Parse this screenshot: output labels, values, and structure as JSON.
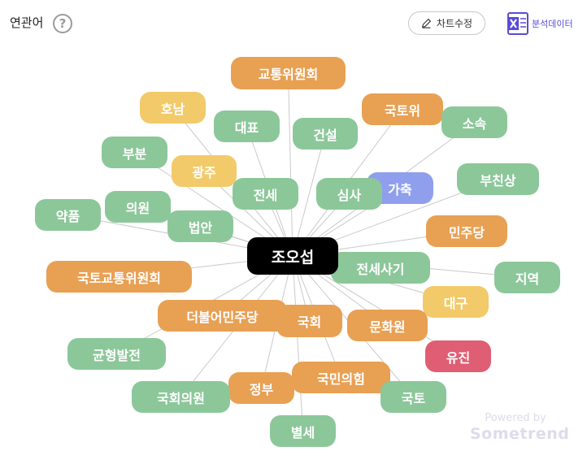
{
  "header": {
    "title": "연관어",
    "help_icon": "?",
    "edit_button_label": "차트수정",
    "excel_button_label": "분석데이터"
  },
  "colors": {
    "green": "#8cc79a",
    "orange": "#e8a053",
    "yellow": "#f2ca6a",
    "blue": "#8f9fed",
    "red": "#df5e73",
    "center": "#000000",
    "edge": "#c9c9c9"
  },
  "graph": {
    "center": "조오섭",
    "nodes": [
      {
        "label": "교통위원회",
        "color": "orange"
      },
      {
        "label": "호남",
        "color": "yellow"
      },
      {
        "label": "국토위",
        "color": "orange"
      },
      {
        "label": "대표",
        "color": "green"
      },
      {
        "label": "소속",
        "color": "green"
      },
      {
        "label": "건설",
        "color": "green"
      },
      {
        "label": "부분",
        "color": "green"
      },
      {
        "label": "광주",
        "color": "yellow"
      },
      {
        "label": "부친상",
        "color": "green"
      },
      {
        "label": "전세",
        "color": "green"
      },
      {
        "label": "가축",
        "color": "blue"
      },
      {
        "label": "심사",
        "color": "green"
      },
      {
        "label": "의원",
        "color": "green"
      },
      {
        "label": "약품",
        "color": "green"
      },
      {
        "label": "법안",
        "color": "green"
      },
      {
        "label": "민주당",
        "color": "orange"
      },
      {
        "label": "전세사기",
        "color": "green"
      },
      {
        "label": "국토교통위원회",
        "color": "orange"
      },
      {
        "label": "지역",
        "color": "green"
      },
      {
        "label": "대구",
        "color": "yellow"
      },
      {
        "label": "더불어민주당",
        "color": "orange"
      },
      {
        "label": "국회",
        "color": "orange"
      },
      {
        "label": "문화원",
        "color": "orange"
      },
      {
        "label": "균형발전",
        "color": "green"
      },
      {
        "label": "유진",
        "color": "red"
      },
      {
        "label": "국민의힘",
        "color": "orange"
      },
      {
        "label": "정부",
        "color": "orange"
      },
      {
        "label": "국회의원",
        "color": "green"
      },
      {
        "label": "국토",
        "color": "green"
      },
      {
        "label": "별세",
        "color": "green"
      }
    ]
  },
  "watermark": {
    "powered_by": "Powered by",
    "brand": "Sometrend"
  }
}
